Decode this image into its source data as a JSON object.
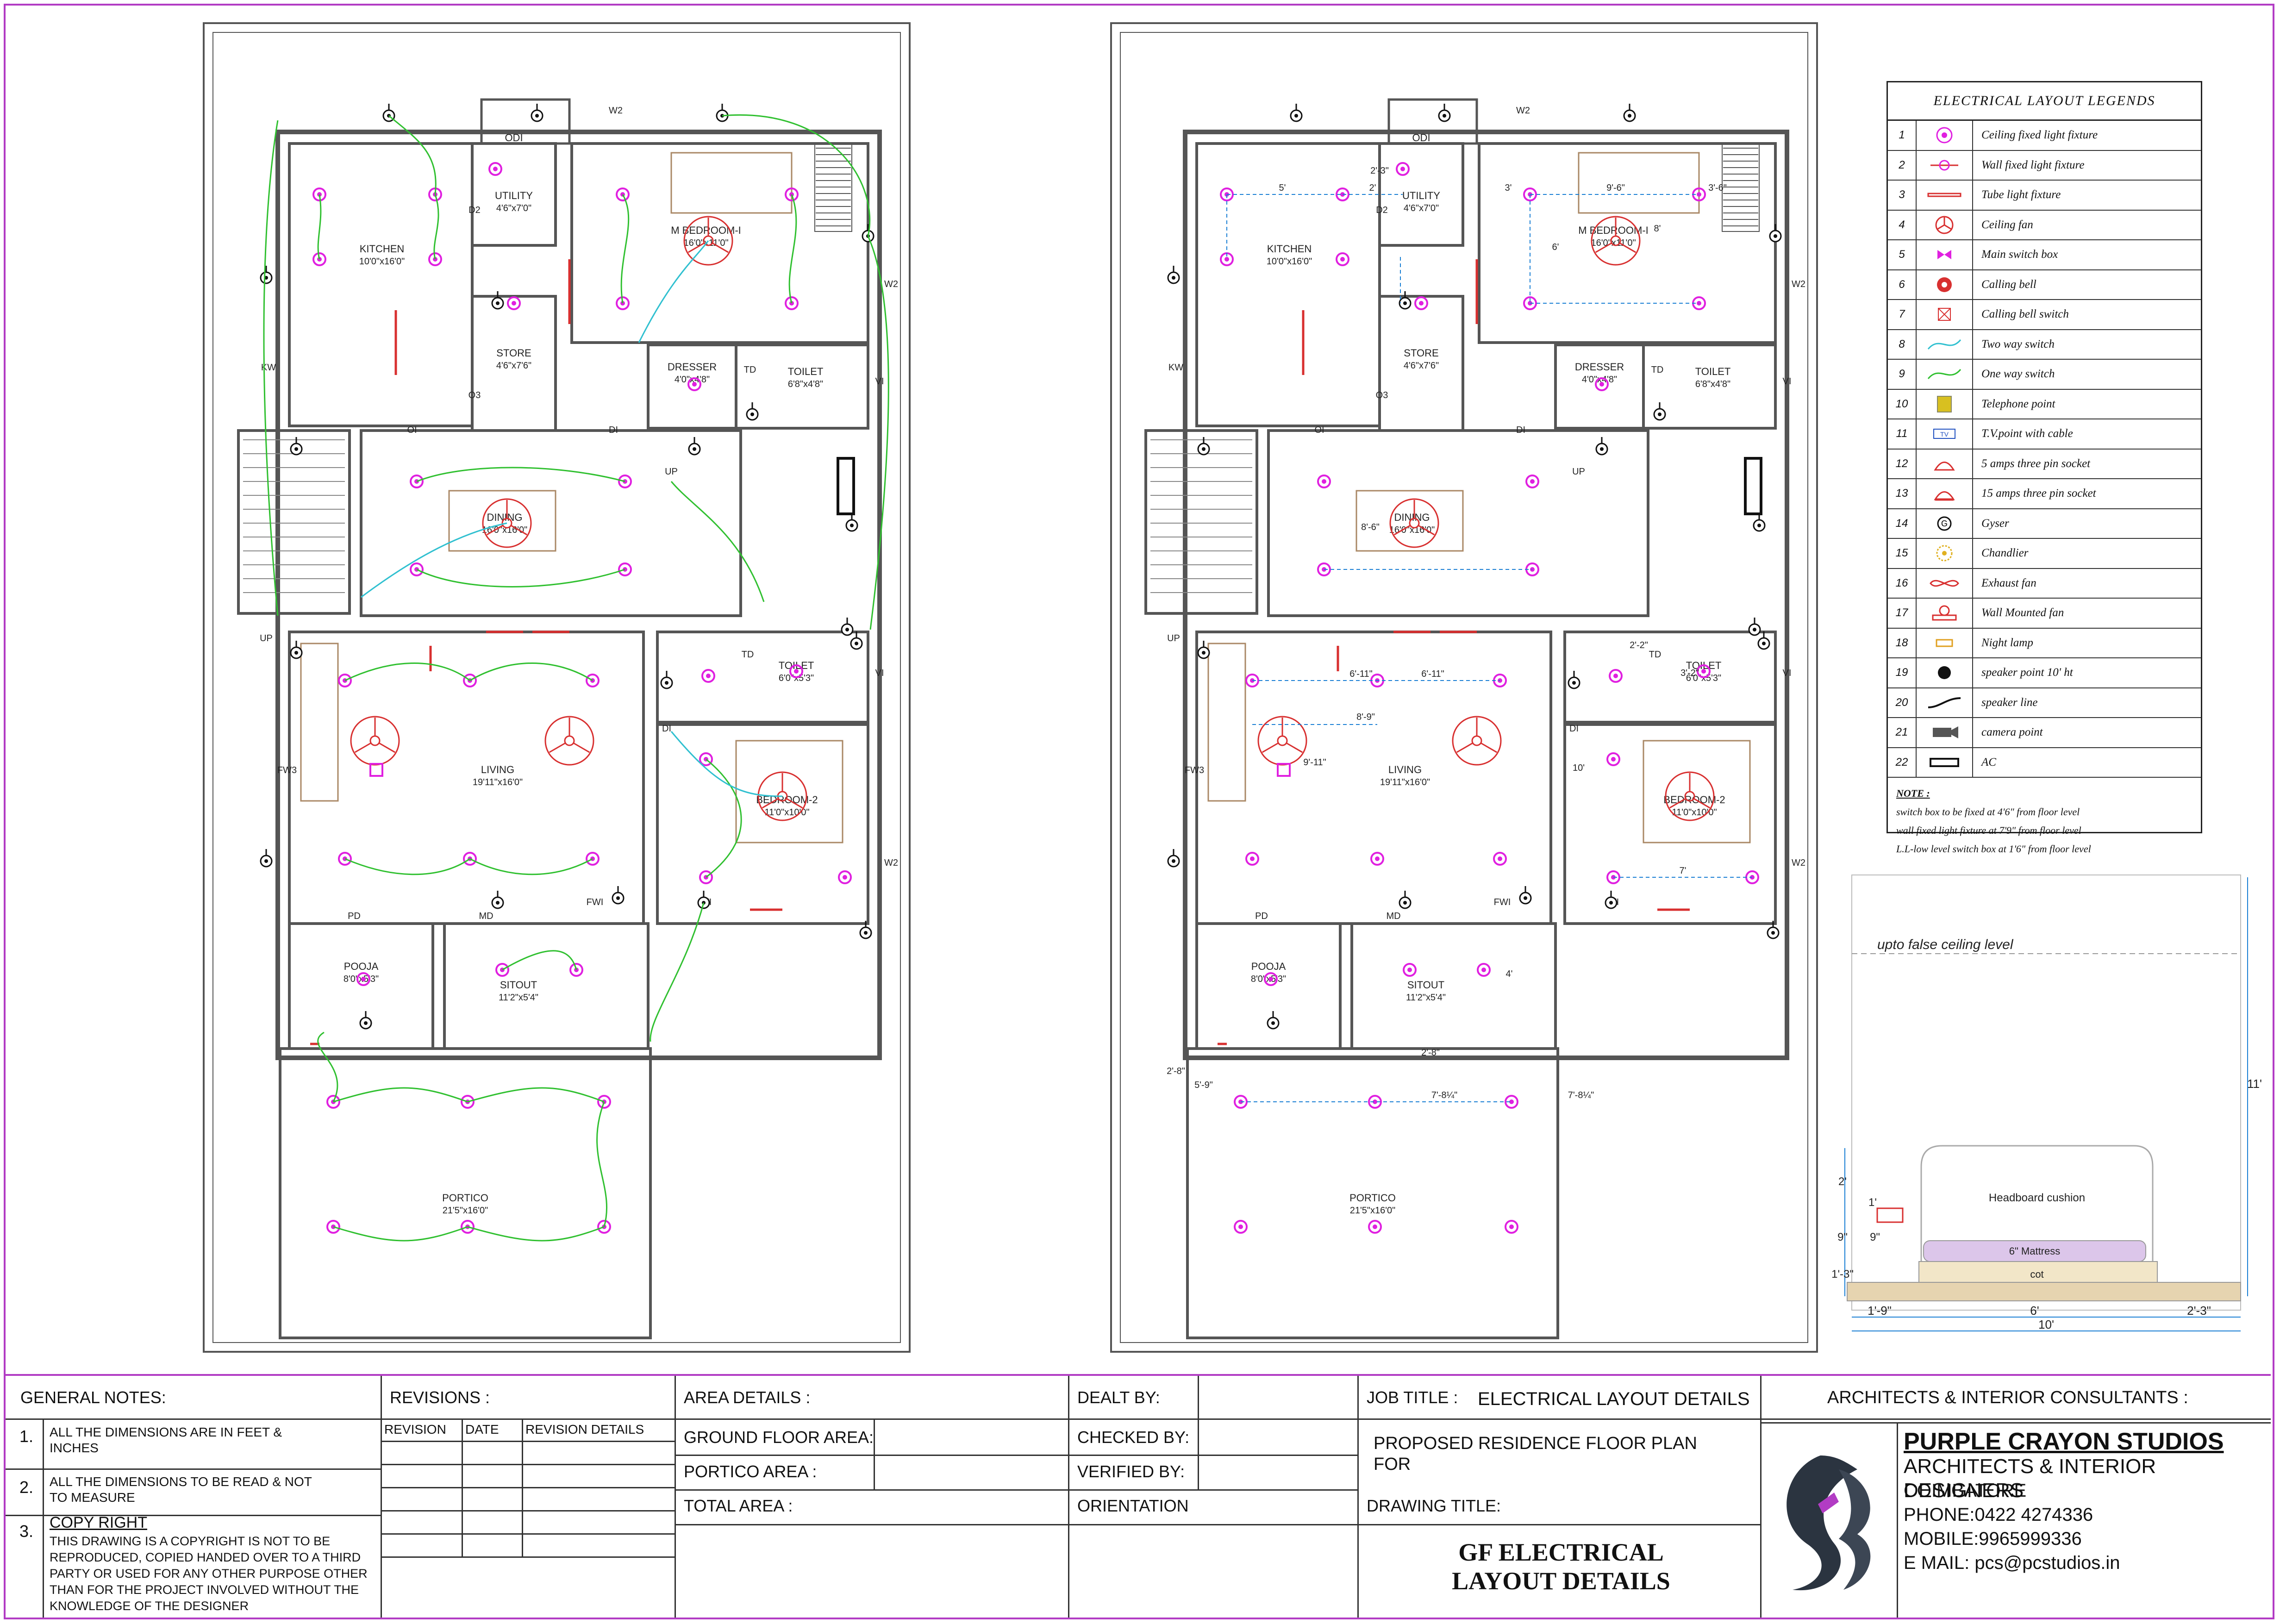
{
  "drawing": {
    "rooms": [
      {
        "name": "ODI"
      },
      {
        "name": "UTILITY",
        "size": "4'6\"x7'0\""
      },
      {
        "name": "KITCHEN",
        "size": "10'0\"x16'0\""
      },
      {
        "name": "M BEDROOM-I",
        "size": "16'0\"x11'0\""
      },
      {
        "name": "STORE",
        "size": "4'6\"x7'6\""
      },
      {
        "name": "DRESSER",
        "size": "4'0\"x4'8\""
      },
      {
        "name": "TOILET",
        "size": "6'8\"x4'8\""
      },
      {
        "name": "DINING",
        "size": "16'0\"x16'0\""
      },
      {
        "name": "LIVING",
        "size": "19'11\"x16'0\""
      },
      {
        "name": "TOILET",
        "size": "6'0\"x5'3\""
      },
      {
        "name": "BEDROOM-2",
        "size": "11'0\"x10'0\""
      },
      {
        "name": "POOJA",
        "size": "8'0\"x5'3\""
      },
      {
        "name": "SITOUT",
        "size": "11'2\"x5'4\""
      },
      {
        "name": "PORTICO",
        "size": "21'5\"x16'0\""
      }
    ],
    "door_labels": [
      "KW",
      "FW3",
      "W2",
      "W2",
      "VI",
      "VI",
      "W2",
      "UP",
      "UP",
      "DI",
      "DI",
      "OI",
      "PD",
      "MD",
      "FWI",
      "WI",
      "TD",
      "TD",
      "D2",
      "D3",
      "O3"
    ],
    "dimension_labels": [
      "5'",
      "2'",
      "3'",
      "9'-6\"",
      "8'",
      "6'",
      "3'-6\"",
      "2'-3\"",
      "8'-6\"",
      "6'-11\"",
      "8'-9\"",
      "9'-11\"",
      "10'",
      "7'",
      "2'-2\"",
      "3'-2\"",
      "7'-8¼\"",
      "4'",
      "5'-9\"",
      "2'-8\""
    ]
  },
  "section": {
    "false_ceiling": "upto false ceiling level",
    "headboard": "Headboard cushion",
    "mattress": "6\" Mattress",
    "cot": "cot",
    "dims": {
      "height": "11'",
      "top": "2'",
      "one": "1'",
      "nine": "9\"",
      "low": "1'-3\"",
      "left": "1'-9\"",
      "mid": "6'",
      "right": "2'-3\"",
      "total": "10'"
    }
  },
  "legend": {
    "title": "ELECTRICAL LAYOUT LEGENDS",
    "items": [
      {
        "no": "1",
        "label": "Ceiling fixed light fixture",
        "icon": "ceiling-light"
      },
      {
        "no": "2",
        "label": "Wall fixed light fixture",
        "icon": "wall-light"
      },
      {
        "no": "3",
        "label": "Tube light fixture",
        "icon": "tube-light"
      },
      {
        "no": "4",
        "label": "Ceiling fan",
        "icon": "ceiling-fan"
      },
      {
        "no": "5",
        "label": "Main switch box",
        "icon": "main-switch"
      },
      {
        "no": "6",
        "label": "Calling bell",
        "icon": "bell"
      },
      {
        "no": "7",
        "label": "Calling bell switch",
        "icon": "bell-switch"
      },
      {
        "no": "8",
        "label": "Two way switch",
        "icon": "two-way"
      },
      {
        "no": "9",
        "label": "One way switch",
        "icon": "one-way"
      },
      {
        "no": "10",
        "label": "Telephone point",
        "icon": "telephone"
      },
      {
        "no": "11",
        "label": "T.V.point with cable",
        "icon": "tv"
      },
      {
        "no": "12",
        "label": "5 amps three pin socket",
        "icon": "socket-5"
      },
      {
        "no": "13",
        "label": "15 amps three pin socket",
        "icon": "socket-15"
      },
      {
        "no": "14",
        "label": "Gyser",
        "icon": "geyser"
      },
      {
        "no": "15",
        "label": "Chandlier",
        "icon": "chandelier"
      },
      {
        "no": "16",
        "label": "Exhaust fan",
        "icon": "exhaust"
      },
      {
        "no": "17",
        "label": "Wall Mounted fan",
        "icon": "wall-fan"
      },
      {
        "no": "18",
        "label": "Night lamp",
        "icon": "night-lamp"
      },
      {
        "no": "19",
        "label": "speaker point 10' ht",
        "icon": "speaker"
      },
      {
        "no": "20",
        "label": "speaker line",
        "icon": "speaker-line"
      },
      {
        "no": "21",
        "label": "camera point",
        "icon": "camera"
      },
      {
        "no": "22",
        "label": "AC",
        "icon": "ac"
      }
    ],
    "tv_text": "TV",
    "geyser_text": "G",
    "note_heading": "NOTE :",
    "notes": [
      "switch box to be fixed at 4'6\" from floor level",
      "wall fixed light fixture at 7'9\" from floor level",
      "L.L-low level switch box at 1'6\" from floor level"
    ]
  },
  "title_block": {
    "general_notes_heading": "GENERAL NOTES:",
    "notes": [
      {
        "no": "1.",
        "text": "ALL THE DIMENSIONS ARE IN FEET & INCHES"
      },
      {
        "no": "2.",
        "text": "ALL THE DIMENSIONS TO BE READ & NOT TO MEASURE"
      },
      {
        "no": "3.",
        "heading": "COPY RIGHT",
        "text": "THIS DRAWING IS A COPYRIGHT IS NOT TO BE REPRODUCED, COPIED HANDED OVER TO A THIRD PARTY OR USED FOR ANY OTHER PURPOSE OTHER THAN FOR THE PROJECT INVOLVED WITHOUT THE KNOWLEDGE OF THE DESIGNER"
      }
    ],
    "revisions_heading": "REVISIONS :",
    "revision_cols": [
      "REVISION",
      "DATE",
      "REVISION DETAILS"
    ],
    "area_heading": "AREA DETAILS :",
    "ground_floor_area": "GROUND FLOOR AREA:",
    "portico_area": "PORTICO AREA :",
    "total_area": "TOTAL AREA :",
    "dealt_by": "DEALT BY:",
    "checked_by": "CHECKED BY:",
    "verified_by": "VERIFIED BY:",
    "orientation": "ORIENTATION",
    "job_title_label": "JOB TITLE :",
    "job_title": "ELECTRICAL LAYOUT DETAILS",
    "project_line1": "PROPOSED RESIDENCE FLOOR PLAN",
    "project_line2": "FOR",
    "drawing_title_label": "DRAWING TITLE:",
    "drawing_title_1": "GF ELECTRICAL",
    "drawing_title_2": "LAYOUT DETAILS",
    "consultants_heading": "ARCHITECTS & INTERIOR CONSULTANTS :",
    "company": "PURPLE CRAYON STUDIOS",
    "company_sub": "ARCHITECTS & INTERIOR DESIGNERS",
    "city": "COIMBATORE",
    "phone": "PHONE:0422 4274336",
    "mobile": "MOBILE:9965999336",
    "email": "E MAIL: pcs@pcstudios.in"
  },
  "colors": {
    "border": "#b23cc4",
    "wire": "#30c030",
    "light": "#e020e0",
    "fan": "#d83030",
    "dim": "#1a7fd4",
    "wall": "#555555",
    "two_way": "#30c0d0"
  }
}
